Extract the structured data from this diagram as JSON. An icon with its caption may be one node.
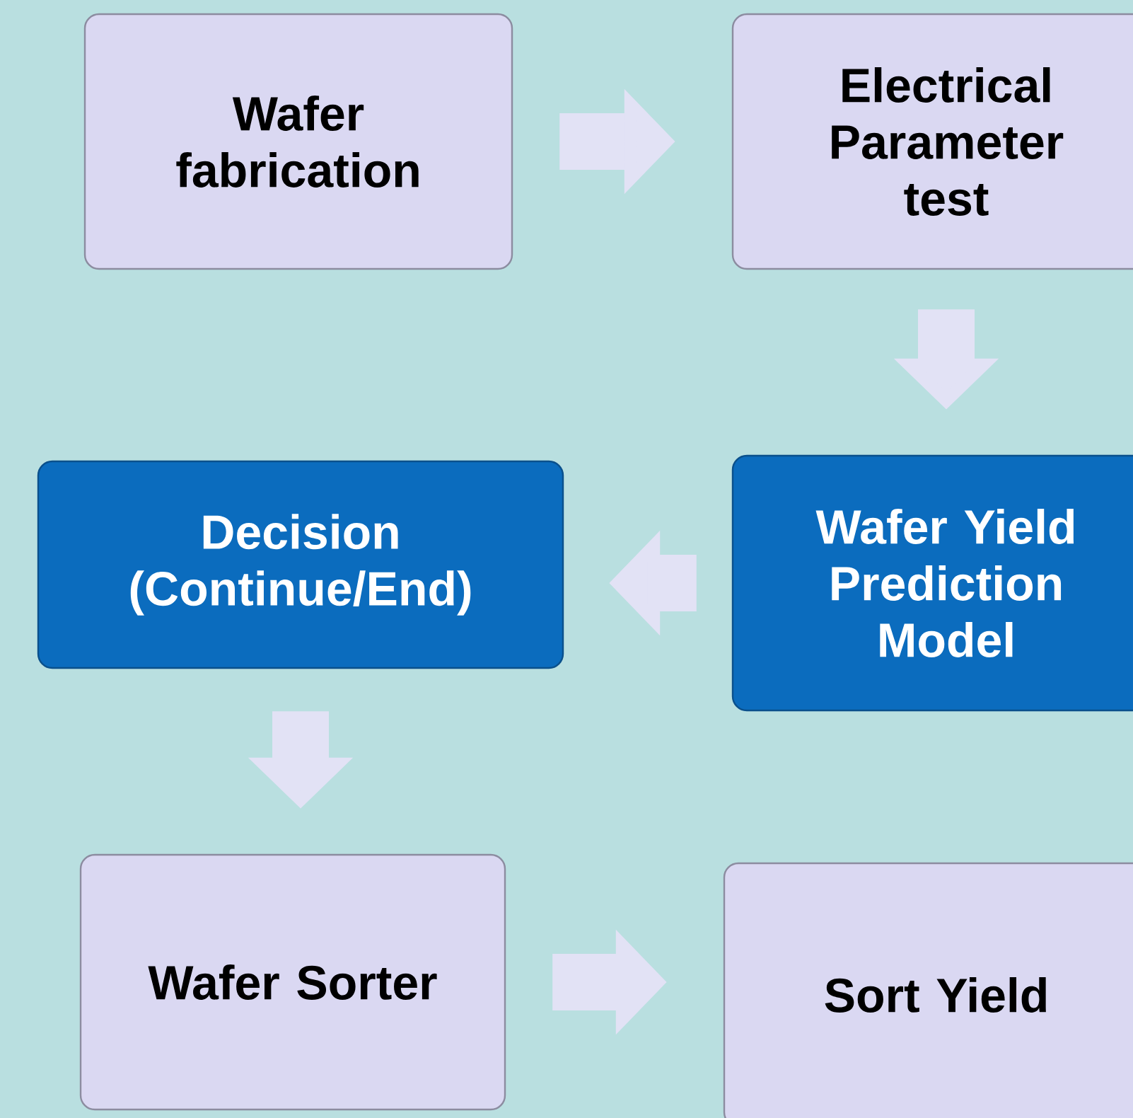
{
  "diagram": {
    "nodes": [
      {
        "text": [
          "Wafer fabrication"
        ]
      },
      {
        "text": [
          "Electrical Parameter test"
        ]
      },
      {
        "text": [
          "Wafer Yield Prediction Model"
        ]
      },
      {
        "text": [
          "Decision (Continue/End)"
        ]
      },
      {
        "text": [
          "Wafer Sorter"
        ]
      },
      {
        "text": [
          "Sort Yield"
        ]
      }
    ],
    "edges": [
      {
        "from": 0,
        "to": 1,
        "arrow": "to"
      },
      {
        "from": 1,
        "to": 2,
        "arrow": "to"
      },
      {
        "from": 2,
        "to": 3,
        "arrow": "to"
      },
      {
        "from": 3,
        "to": 4,
        "arrow": "to"
      },
      {
        "from": 4,
        "to": 5,
        "arrow": "to"
      }
    ]
  }
}
